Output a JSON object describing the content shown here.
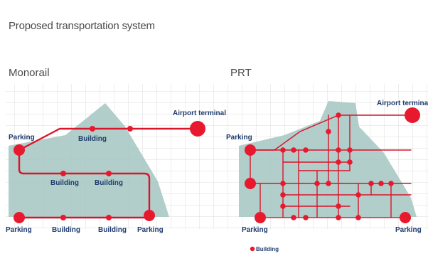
{
  "title": "Proposed transportation system",
  "monorail": {
    "heading": "Monorail",
    "labels": {
      "airport": "Airport terminal",
      "parking_top": "Parking",
      "building_top": "Building",
      "building_mid1": "Building",
      "building_mid2": "Building",
      "parking_bl": "Parking",
      "building_b1": "Building",
      "building_b2": "Building",
      "parking_br": "Parking"
    }
  },
  "prt": {
    "heading": "PRT",
    "labels": {
      "airport": "Airport terminal",
      "parking_top": "Parking",
      "parking_bl": "Parking",
      "parking_br": "Parking"
    }
  },
  "legend": {
    "label": "Building"
  },
  "colors": {
    "track": "#d9142b",
    "station": "#e8192f",
    "shape_fill": "#a9c9c4",
    "grid": "#dcdcdc",
    "heading": "#4a4a4a"
  }
}
